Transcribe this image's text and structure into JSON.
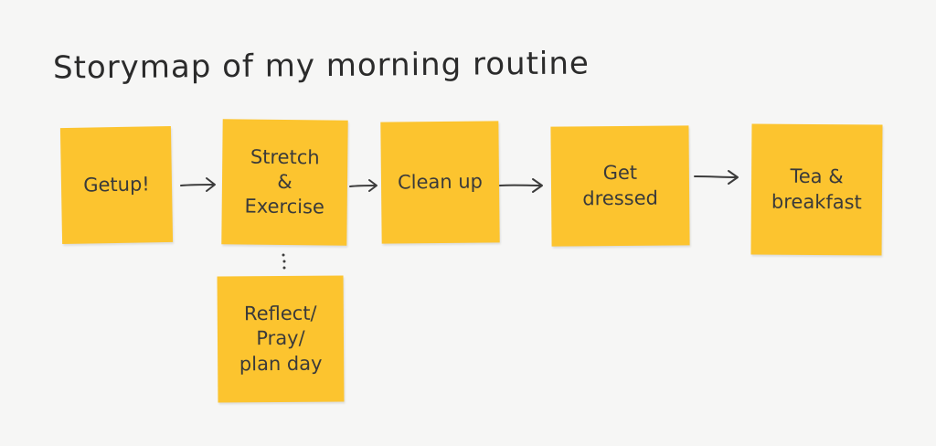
{
  "title": "Storymap of my morning routine",
  "notes": {
    "getup": "Getup!",
    "stretch": "Stretch\n&\nExercise",
    "clean": "Clean up",
    "dressed": "Get\ndressed",
    "tea": "Tea &\nbreakfast",
    "reflect": "Reflect/\nPray/\nplan day"
  },
  "colors": {
    "note": "#fcc42f",
    "ink": "#3a3a3a",
    "background": "#f6f6f5"
  }
}
